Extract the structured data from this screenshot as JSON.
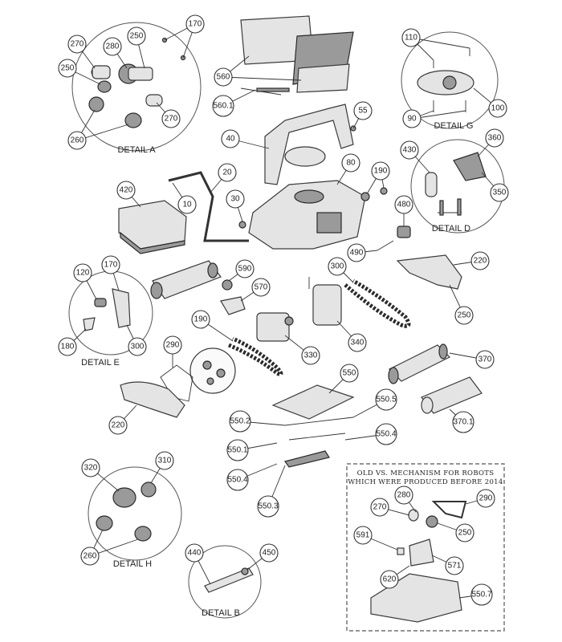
{
  "details": [
    {
      "id": "a",
      "label": "DETAIL A"
    },
    {
      "id": "b",
      "label": "DETAIL B"
    },
    {
      "id": "d",
      "label": "DETAIL D"
    },
    {
      "id": "e",
      "label": "DETAIL E"
    },
    {
      "id": "g",
      "label": "DETAIL G"
    },
    {
      "id": "h",
      "label": "DETAIL H"
    }
  ],
  "old_mechanism": {
    "title_line1": "OLD VS. MECHANISM FOR ROBOTS",
    "title_line2": "WHICH WERE PRODUCED BEFORE 2014"
  },
  "callouts": [
    {
      "id": "c170a",
      "label": "170"
    },
    {
      "id": "c270a",
      "label": "270"
    },
    {
      "id": "c280a",
      "label": "280"
    },
    {
      "id": "c250a1",
      "label": "250"
    },
    {
      "id": "c250a2",
      "label": "250"
    },
    {
      "id": "c270a2",
      "label": "270"
    },
    {
      "id": "c260a",
      "label": "260"
    },
    {
      "id": "c560",
      "label": "560"
    },
    {
      "id": "c5601",
      "label": "560.1"
    },
    {
      "id": "c55",
      "label": "55"
    },
    {
      "id": "c40",
      "label": "40"
    },
    {
      "id": "c110",
      "label": "110"
    },
    {
      "id": "c100",
      "label": "100"
    },
    {
      "id": "c90",
      "label": "90"
    },
    {
      "id": "c430",
      "label": "430"
    },
    {
      "id": "c360",
      "label": "360"
    },
    {
      "id": "c350",
      "label": "350"
    },
    {
      "id": "c20",
      "label": "20"
    },
    {
      "id": "c10",
      "label": "10"
    },
    {
      "id": "c420",
      "label": "420"
    },
    {
      "id": "c30",
      "label": "30"
    },
    {
      "id": "c80",
      "label": "80"
    },
    {
      "id": "c190a",
      "label": "190"
    },
    {
      "id": "c480",
      "label": "480"
    },
    {
      "id": "c490",
      "label": "490"
    },
    {
      "id": "c220a",
      "label": "220"
    },
    {
      "id": "c170e",
      "label": "170"
    },
    {
      "id": "c120",
      "label": "120"
    },
    {
      "id": "c590",
      "label": "590"
    },
    {
      "id": "c570",
      "label": "570"
    },
    {
      "id": "c300a",
      "label": "300"
    },
    {
      "id": "c250b",
      "label": "250"
    },
    {
      "id": "c190e",
      "label": "190"
    },
    {
      "id": "c180",
      "label": "180"
    },
    {
      "id": "c300b",
      "label": "300"
    },
    {
      "id": "c330",
      "label": "330"
    },
    {
      "id": "c340",
      "label": "340"
    },
    {
      "id": "c370",
      "label": "370"
    },
    {
      "id": "c290",
      "label": "290"
    },
    {
      "id": "c550",
      "label": "550"
    },
    {
      "id": "c5505",
      "label": "550.5"
    },
    {
      "id": "c220b",
      "label": "220"
    },
    {
      "id": "c5502",
      "label": "550.2"
    },
    {
      "id": "c3701",
      "label": "370.1"
    },
    {
      "id": "c5501",
      "label": "550.1"
    },
    {
      "id": "c5504a",
      "label": "550.4"
    },
    {
      "id": "c5504b",
      "label": "550.4"
    },
    {
      "id": "c310",
      "label": "310"
    },
    {
      "id": "c320",
      "label": "320"
    },
    {
      "id": "c5503",
      "label": "550.3"
    },
    {
      "id": "c260h",
      "label": "260"
    },
    {
      "id": "c440",
      "label": "440"
    },
    {
      "id": "c450",
      "label": "450"
    },
    {
      "id": "c280o",
      "label": "280"
    },
    {
      "id": "c290o",
      "label": "290"
    },
    {
      "id": "c270o",
      "label": "270"
    },
    {
      "id": "c250o",
      "label": "250"
    },
    {
      "id": "c591",
      "label": "591"
    },
    {
      "id": "c571",
      "label": "571"
    },
    {
      "id": "c620",
      "label": "620"
    },
    {
      "id": "c5507",
      "label": "550.7"
    }
  ]
}
